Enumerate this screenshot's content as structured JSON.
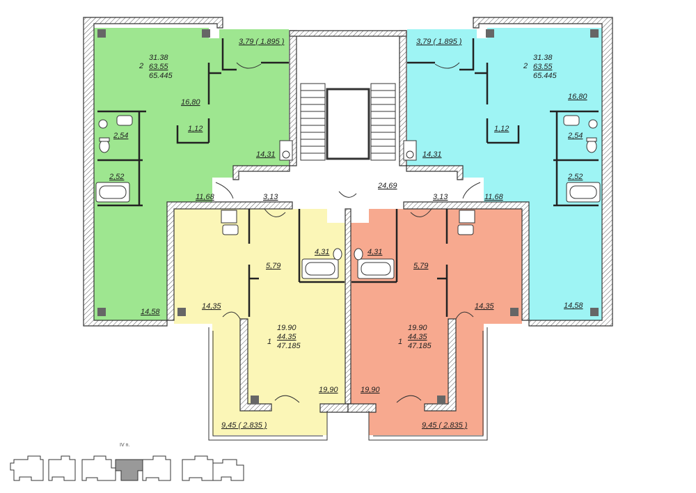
{
  "colors": {
    "apt2_left": "#9ee690",
    "apt2_right": "#9ef4f4",
    "apt1_left": "#fbf6b7",
    "apt1_right": "#f7a98f",
    "corridor": "#ffffff",
    "wall": "#333333"
  },
  "floor_label": "IV п.",
  "apt2_left": {
    "rooms_count": "2",
    "living": "31.38",
    "total": "63.55",
    "total_with_balcony": "65.445",
    "balcony": "3,79 ( 1.895 )",
    "room_large": "16,80",
    "closet": "1,12",
    "wc": "2,54",
    "bath": "2,52",
    "kitchen": "14,31",
    "hall": "11,68",
    "room_small": "14,58"
  },
  "apt2_right": {
    "rooms_count": "2",
    "living": "31.38",
    "total": "63.55",
    "total_with_balcony": "65.445",
    "balcony": "3,79 ( 1.895 )",
    "room_large": "16,80",
    "closet": "1,12",
    "wc": "2,54",
    "bath": "2,52",
    "kitchen": "14,31",
    "hall": "11,68",
    "room_small": "14,58"
  },
  "apt1_left": {
    "rooms_count": "1",
    "living": "19.90",
    "total": "44.35",
    "total_with_balcony": "47.185",
    "kitchen": "14,35",
    "hall": "5,79",
    "bath": "4,31",
    "corridor": "3,13",
    "room": "19,90",
    "loggia": "9,45  ( 2.835 )"
  },
  "apt1_right": {
    "rooms_count": "1",
    "living": "19.90",
    "total": "44.35",
    "total_with_balcony": "47.185",
    "kitchen": "14,35",
    "hall": "5,79",
    "bath": "4,31",
    "corridor": "3,13",
    "room": "19,90",
    "loggia": "9,45  ( 2.835 )"
  },
  "common_corridor": "24,69"
}
